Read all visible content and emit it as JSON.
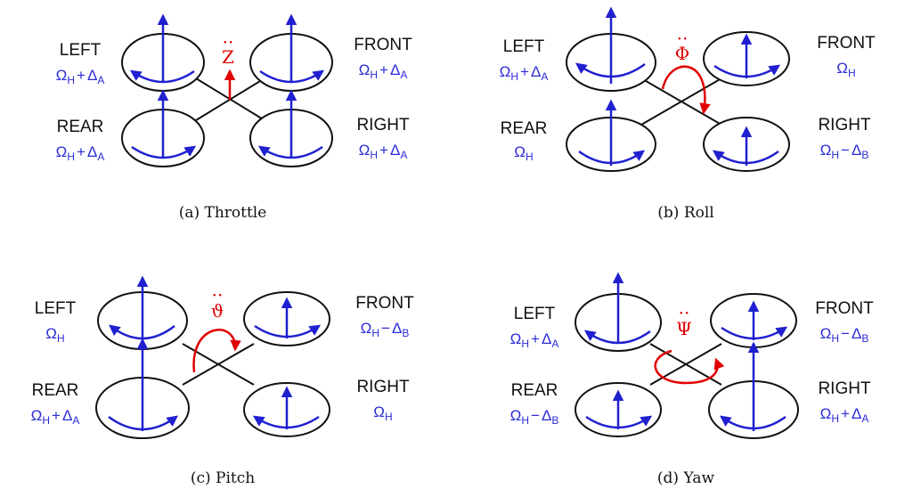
{
  "colors": {
    "rotor_arrow": "#2020d0",
    "moment": "#e00000",
    "frame": "#111111",
    "value_text": "#2b2bd8"
  },
  "panels": [
    {
      "caption": "(a) Throttle",
      "accel": {
        "symbol": "Z",
        "dots": "··"
      },
      "rotors": {
        "left": {
          "name": "LEFT",
          "base": "Ω",
          "base_sub": "H",
          "delta_op": "+",
          "delta": "Δ",
          "delta_sub": "A"
        },
        "front": {
          "name": "FRONT",
          "base": "Ω",
          "base_sub": "H",
          "delta_op": "+",
          "delta": "Δ",
          "delta_sub": "A"
        },
        "rear": {
          "name": "REAR",
          "base": "Ω",
          "base_sub": "H",
          "delta_op": "+",
          "delta": "Δ",
          "delta_sub": "A"
        },
        "right": {
          "name": "RIGHT",
          "base": "Ω",
          "base_sub": "H",
          "delta_op": "+",
          "delta": "Δ",
          "delta_sub": "A"
        }
      }
    },
    {
      "caption": "(b) Roll",
      "accel": {
        "symbol": "Φ",
        "dots": "··"
      },
      "rotors": {
        "left": {
          "name": "LEFT",
          "base": "Ω",
          "base_sub": "H",
          "delta_op": "+",
          "delta": "Δ",
          "delta_sub": "A"
        },
        "front": {
          "name": "FRONT",
          "base": "Ω",
          "base_sub": "H",
          "delta_op": "",
          "delta": "",
          "delta_sub": ""
        },
        "rear": {
          "name": "REAR",
          "base": "Ω",
          "base_sub": "H",
          "delta_op": "",
          "delta": "",
          "delta_sub": ""
        },
        "right": {
          "name": "RIGHT",
          "base": "Ω",
          "base_sub": "H",
          "delta_op": "−",
          "delta": "Δ",
          "delta_sub": "B"
        }
      }
    },
    {
      "caption": "(c) Pitch",
      "accel": {
        "symbol": "ϑ",
        "dots": "··"
      },
      "rotors": {
        "left": {
          "name": "LEFT",
          "base": "Ω",
          "base_sub": "H",
          "delta_op": "",
          "delta": "",
          "delta_sub": ""
        },
        "front": {
          "name": "FRONT",
          "base": "Ω",
          "base_sub": "H",
          "delta_op": "−",
          "delta": "Δ",
          "delta_sub": "B"
        },
        "rear": {
          "name": "REAR",
          "base": "Ω",
          "base_sub": "H",
          "delta_op": "+",
          "delta": "Δ",
          "delta_sub": "A"
        },
        "right": {
          "name": "RIGHT",
          "base": "Ω",
          "base_sub": "H",
          "delta_op": "",
          "delta": "",
          "delta_sub": ""
        }
      }
    },
    {
      "caption": "(d) Yaw",
      "accel": {
        "symbol": "Ψ",
        "dots": "··"
      },
      "rotors": {
        "left": {
          "name": "LEFT",
          "base": "Ω",
          "base_sub": "H",
          "delta_op": "+",
          "delta": "Δ",
          "delta_sub": "A"
        },
        "front": {
          "name": "FRONT",
          "base": "Ω",
          "base_sub": "H",
          "delta_op": "−",
          "delta": "Δ",
          "delta_sub": "B"
        },
        "rear": {
          "name": "REAR",
          "base": "Ω",
          "base_sub": "H",
          "delta_op": "−",
          "delta": "Δ",
          "delta_sub": "B"
        },
        "right": {
          "name": "RIGHT",
          "base": "Ω",
          "base_sub": "H",
          "delta_op": "+",
          "delta": "Δ",
          "delta_sub": "A"
        }
      }
    }
  ]
}
